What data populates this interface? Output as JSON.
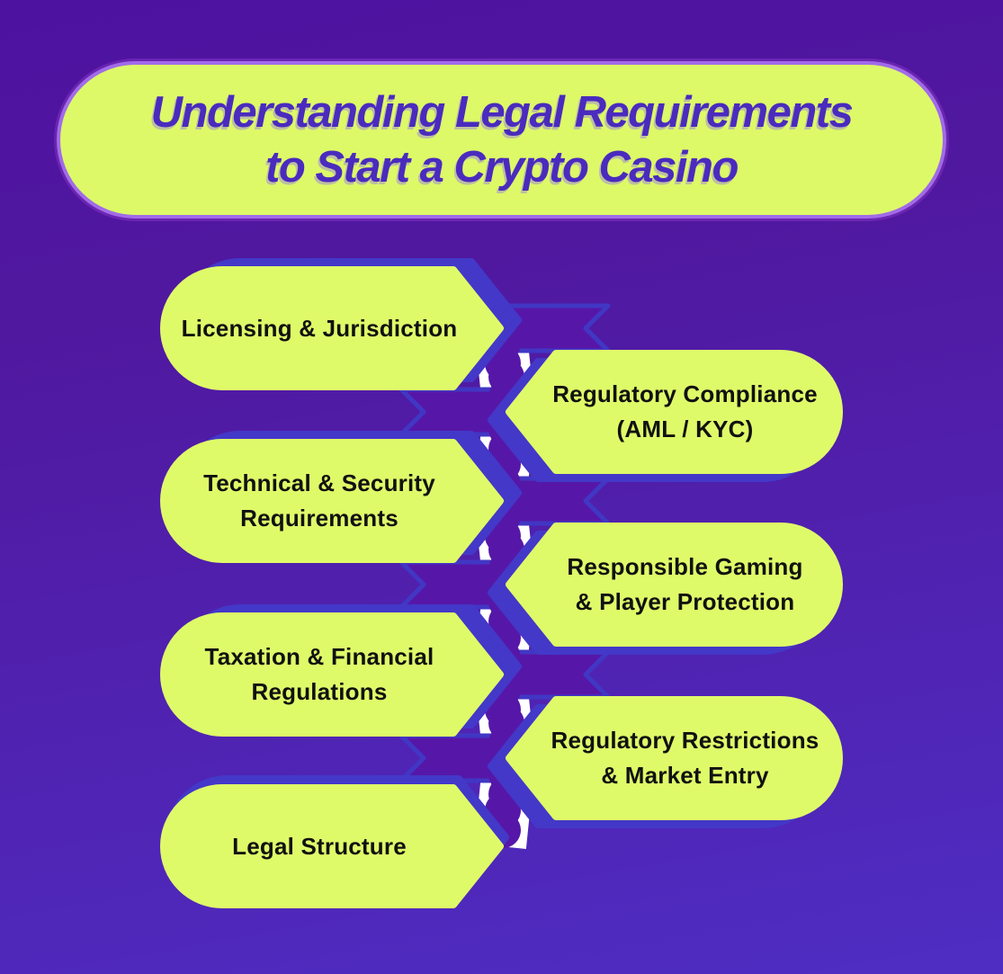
{
  "title": {
    "line1": "Understanding Legal Requirements",
    "line2": "to Start a Crypto Casino"
  },
  "boxes": [
    {
      "id": "licensing-jurisdiction",
      "side": "left",
      "lines": [
        "Licensing & Jurisdiction"
      ]
    },
    {
      "id": "regulatory-compliance",
      "side": "right",
      "lines": [
        "Regulatory Compliance",
        "(AML / KYC)"
      ]
    },
    {
      "id": "technical-security",
      "side": "left",
      "lines": [
        "Technical & Security",
        "Requirements"
      ]
    },
    {
      "id": "responsible-gaming",
      "side": "right",
      "lines": [
        "Responsible Gaming",
        "& Player Protection"
      ]
    },
    {
      "id": "taxation-financial",
      "side": "left",
      "lines": [
        "Taxation & Financial",
        "Regulations"
      ]
    },
    {
      "id": "regulatory-restrictions",
      "side": "right",
      "lines": [
        "Regulatory Restrictions",
        "& Market Entry"
      ]
    },
    {
      "id": "legal-structure",
      "side": "left",
      "lines": [
        "Legal Structure"
      ]
    }
  ],
  "colors": {
    "background_top": "#4E12A0",
    "background_bottom": "#4F2DC3",
    "box_fill": "#DFFA69",
    "title_fill": "#DDF968",
    "title_border": "#A16BE8",
    "title_text": "#4A2BBE",
    "box_text": "#111111",
    "shadow_indigo": "#4338C8",
    "connector_purple": "#5617A8",
    "ribbon_white": "#FFFFFF"
  }
}
